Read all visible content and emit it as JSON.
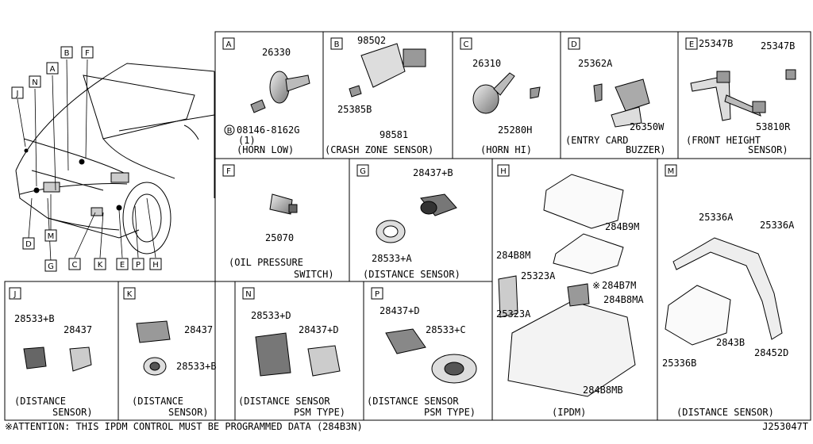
{
  "overview": {
    "callouts": [
      "B",
      "F",
      "A",
      "N",
      "J",
      "D",
      "M",
      "G",
      "C",
      "K",
      "E",
      "P",
      "H"
    ]
  },
  "panels": [
    {
      "letter": "A",
      "parts": [
        "26330",
        "08146-8162G",
        "(1)"
      ],
      "circle_mark": "B",
      "caption": [
        "(HORN LOW)"
      ]
    },
    {
      "letter": "B",
      "parts": [
        "985Q2",
        "25385B",
        "98581"
      ],
      "caption": [
        "(CRASH ZONE SENSOR)"
      ]
    },
    {
      "letter": "C",
      "parts": [
        "26310",
        "25280H"
      ],
      "caption": [
        "(HORN HI)"
      ]
    },
    {
      "letter": "D",
      "parts": [
        "25362A",
        "26350W"
      ],
      "caption": [
        "(ENTRY CARD",
        "BUZZER)"
      ]
    },
    {
      "letter": "E",
      "parts": [
        "25347B",
        "25347B",
        "53810R"
      ],
      "caption": [
        "(FRONT HEIGHT",
        "SENSOR)"
      ]
    },
    {
      "letter": "F",
      "parts": [
        "25070"
      ],
      "caption": [
        "(OIL PRESSURE",
        "SWITCH)"
      ]
    },
    {
      "letter": "G",
      "parts": [
        "28437+B",
        "28533+A"
      ],
      "caption": [
        "(DISTANCE SENSOR)"
      ]
    },
    {
      "letter": "H",
      "parts": [
        "284B9M",
        "284B8M",
        "25323A",
        "284B7M",
        "284B8MA",
        "25323A",
        "284B8MB"
      ],
      "star": "※",
      "caption": [
        "(IPDM)"
      ]
    },
    {
      "letter": "M",
      "parts": [
        "25336A",
        "25336A",
        "2843B",
        "25336B",
        "28452D"
      ],
      "caption": [
        "(DISTANCE SENSOR)"
      ]
    },
    {
      "letter": "J",
      "parts": [
        "28533+B",
        "28437"
      ],
      "caption": [
        "(DISTANCE",
        "SENSOR)"
      ]
    },
    {
      "letter": "K",
      "parts": [
        "28437",
        "28533+B"
      ],
      "caption": [
        "(DISTANCE",
        "SENSOR)"
      ]
    },
    {
      "letter": "N",
      "parts": [
        "28533+D",
        "28437+D"
      ],
      "caption": [
        "(DISTANCE SENSOR",
        "PSM TYPE)"
      ]
    },
    {
      "letter": "P",
      "parts": [
        "28437+D",
        "28533+C"
      ],
      "caption": [
        "(DISTANCE SENSOR",
        "PSM TYPE)"
      ]
    }
  ],
  "footer": {
    "note": "※ATTENTION: THIS IPDM CONTROL MUST BE PROGRAMMED DATA (284B3N)",
    "code": "J253047T"
  }
}
